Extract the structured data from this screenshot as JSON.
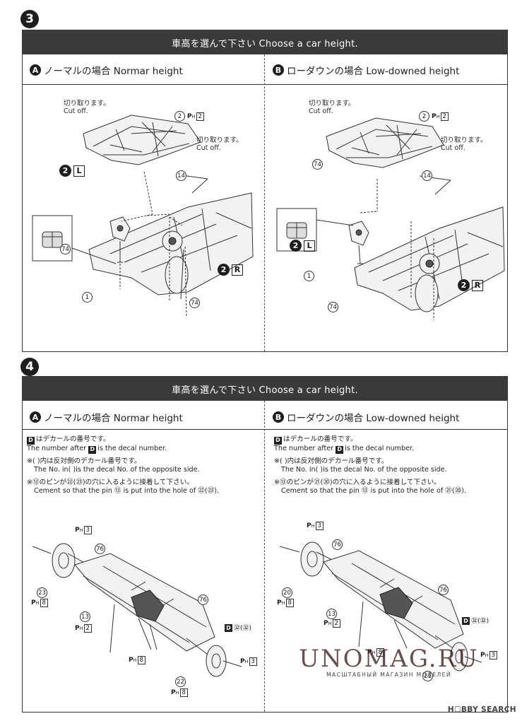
{
  "steps": {
    "s3": {
      "number": "3",
      "banner": "車高を選んで下さい Choose a car height.",
      "left": {
        "badge": "A",
        "title": "ノーマルの場合 Normar height",
        "cut1_jp": "切り取ります。",
        "cut1_en": "Cut off.",
        "cut2_jp": "切り取ります。",
        "cut2_en": "Cut off.",
        "side_l": "L",
        "side_r": "R",
        "side_num": "2",
        "parts": [
          "2",
          "14",
          "74",
          "1",
          "74"
        ],
        "ph": {
          "p": "P",
          "sub": "H",
          "val": "2"
        }
      },
      "right": {
        "badge": "B",
        "title": "ローダウンの場合 Low-downed height",
        "cut1_jp": "切り取ります。",
        "cut1_en": "Cut off.",
        "cut2_jp": "切り取ります。",
        "cut2_en": "Cut off.",
        "side_l": "L",
        "side_r": "R",
        "side_num": "2",
        "parts": [
          "2",
          "74",
          "14",
          "1",
          "74"
        ],
        "ph": {
          "p": "P",
          "sub": "H",
          "val": "2"
        }
      }
    },
    "s4": {
      "number": "4",
      "banner": "車高を選んで下さい Choose a car height.",
      "left": {
        "badge": "A",
        "title": "ノーマルの場合 Normar height",
        "note1_jp": "はデカールの番号です。",
        "note1_en_pre": "The number after",
        "note1_en_post": "is the decal number.",
        "note2_jp": "※(  )内は反対側のデカール番号です。",
        "note2_en": "The No. in(  )is the decal No. of the opposite side.",
        "note3_jp": "※⑬のピンが㉒(㉓)の穴に入るように接着して下さい。",
        "note3_en": "Cement so that the pin ⑬ is put into the hole of ㉒(㉓).",
        "decal_box": "D",
        "decal_tag": "㉜(㉜)",
        "parts": [
          "76",
          "23",
          "13",
          "76",
          "22"
        ],
        "ph": [
          "3",
          "8",
          "2",
          "8",
          "3",
          "8"
        ]
      },
      "right": {
        "badge": "B",
        "title": "ローダウンの場合 Low-downed height",
        "note1_jp": "はデカールの番号です。",
        "note1_en_pre": "The number after",
        "note1_en_post": "is the decal number.",
        "note2_jp": "※(  )内は反対側のデカール番号です。",
        "note2_en": "The No. in(  )is the decal No. of the opposite side.",
        "note3_jp": "※⑬のピンが㉑(⑳)の穴に入るように接着して下さい。",
        "note3_en": "Cement so that the pin ⑬ is put into the hole of ㉑(⑳).",
        "decal_box": "D",
        "decal_tag": "㉜(㉜)",
        "parts": [
          "76",
          "20",
          "13",
          "76",
          "21"
        ],
        "ph": [
          "3",
          "8",
          "2",
          "8",
          "3"
        ]
      }
    }
  },
  "watermark": {
    "main": "UNOMAG.RU",
    "sub": "МАСШТАБНЫЙ МАГАЗИН МОДЕЛЕЙ"
  },
  "footer": {
    "brand": "H☐BBY SEARCH"
  }
}
